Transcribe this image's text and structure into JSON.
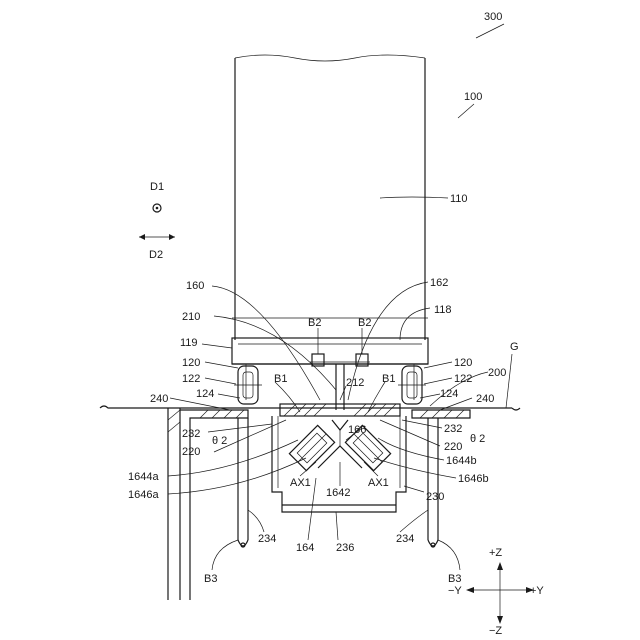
{
  "figure": {
    "labels": {
      "l300": "300",
      "l100": "100",
      "l110": "110",
      "d1": "D1",
      "d2": "D2",
      "l160": "160",
      "l162": "162",
      "l118": "118",
      "l210": "210",
      "b2_left": "B2",
      "b2_right": "B2",
      "l119": "119",
      "l120_left": "120",
      "l120_right": "120",
      "g": "G",
      "l122_left": "122",
      "l122_right": "122",
      "b1_left": "B1",
      "b1_right": "B1",
      "l212": "212",
      "l200": "200",
      "l124_left": "124",
      "l124_right": "124",
      "l240_left": "240",
      "l240_right": "240",
      "l232_left": "232",
      "l232_right": "232",
      "theta2_left": "θ 2",
      "theta2_right": "θ 2",
      "l166": "166",
      "l220_left": "220",
      "l220_right": "220",
      "l1644a": "1644a",
      "l1644b": "1644b",
      "l1646a": "1646a",
      "l1646b": "1646b",
      "ax1_left": "AX1",
      "ax1_right": "AX1",
      "l1642": "1642",
      "l230": "230",
      "l234_left": "234",
      "l234_right": "234",
      "l164": "164",
      "l236": "236",
      "b3_left": "B3",
      "b3_right": "B3",
      "plus_z": "+Z",
      "minus_z": "−Z",
      "minus_y": "−Y",
      "plus_y": "+Y"
    }
  }
}
